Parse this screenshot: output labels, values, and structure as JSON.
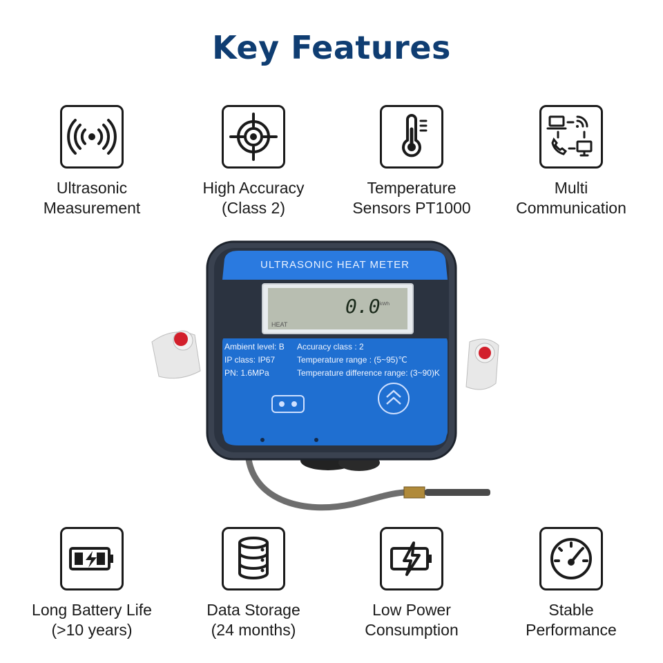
{
  "title": "Key Features",
  "features_top": [
    {
      "line1": "Ultrasonic",
      "line2": "Measurement",
      "icon": "ultrasonic-waves-icon"
    },
    {
      "line1": "High Accuracy",
      "line2": "(Class 2)",
      "icon": "target-icon"
    },
    {
      "line1": "Temperature",
      "line2": "Sensors PT1000",
      "icon": "thermometer-icon"
    },
    {
      "line1": "Multi",
      "line2": "Communication",
      "icon": "network-communication-icon"
    }
  ],
  "features_bottom": [
    {
      "line1": "Long Battery Life",
      "line2": "(>10 years)",
      "icon": "battery-icon"
    },
    {
      "line1": "Data Storage",
      "line2": "(24 months)",
      "icon": "database-icon"
    },
    {
      "line1": "Low Power",
      "line2": "Consumption",
      "icon": "low-power-battery-icon"
    },
    {
      "line1": "Stable",
      "line2": "Performance",
      "icon": "gauge-icon"
    }
  ],
  "meter": {
    "name": "ULTRASONIC HEAT METER",
    "reading": "0.0",
    "specs": {
      "ambient": "Ambient level: B",
      "ip": "IP class:  IP67",
      "pn": "PN:  1.6MPa",
      "accuracy": "Accuracy class :  2",
      "temp_range": "Temperature range : (5~95)℃",
      "temp_diff": "Temperature difference range: (3~90)K"
    }
  },
  "colors": {
    "title": "#0f3d72",
    "meter_blue": "#1f6fd1",
    "meter_frame": "#2b3340"
  }
}
